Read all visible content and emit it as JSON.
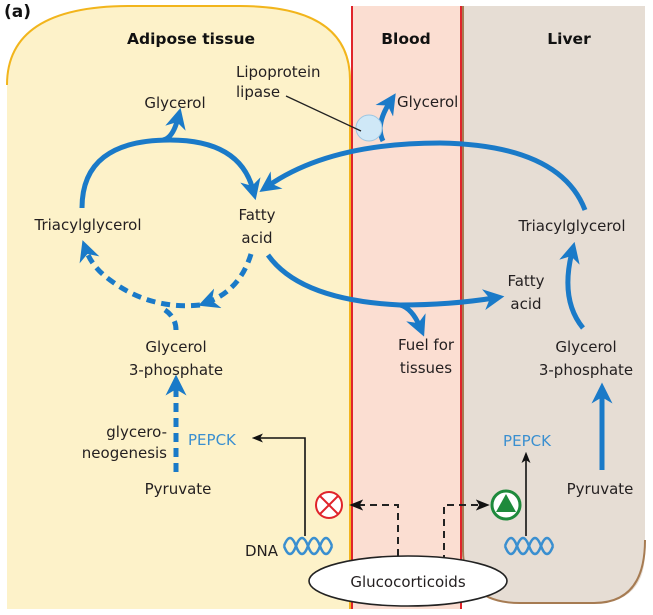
{
  "figure": {
    "panel_label": "(a)",
    "compartments": {
      "adipose": {
        "title": "Adipose tissue",
        "fill": "#fdf2c9",
        "border": "#f2b51c"
      },
      "blood": {
        "title": "Blood",
        "fill": "#fbded2",
        "border": "#e0242b"
      },
      "liver": {
        "title": "Liver",
        "fill": "#e6ddd4",
        "border": "#a67b52"
      }
    },
    "adipose_labels": {
      "glycerol": "Glycerol",
      "lipoprotein_lipase_line1": "Lipoprotein",
      "lipoprotein_lipase_line2": "lipase",
      "triacylglycerol": "Triacylglycerol",
      "fatty_acid_line1": "Fatty",
      "fatty_acid_line2": "acid",
      "g3p_line1": "Glycerol",
      "g3p_line2": "3-phosphate",
      "glyceroneogenesis_line1": "glycero-",
      "glyceroneogenesis_line2": "neogenesis",
      "pepck": "PEPCK",
      "pyruvate": "Pyruvate",
      "dna": "DNA"
    },
    "blood_labels": {
      "glycerol": "Glycerol",
      "fuel_line1": "Fuel for",
      "fuel_line2": "tissues",
      "glucocorticoids": "Glucocorticoids"
    },
    "liver_labels": {
      "triacylglycerol": "Triacylglycerol",
      "fatty_acid_line1": "Fatty",
      "fatty_acid_line2": "acid",
      "g3p_line1": "Glycerol",
      "g3p_line2": "3-phosphate",
      "pepck": "PEPCK",
      "pyruvate": "Pyruvate"
    },
    "regulation": {
      "adipose_effect": "inhibition",
      "liver_effect": "activation"
    },
    "colors": {
      "pathway_arrow": "#1a7ac8",
      "enzyme_text": "#3a8fd0",
      "inhibit_symbol": "#e0242b",
      "activate_symbol": "#1e8a3c",
      "lipase_blob": "#cfe8f7"
    }
  }
}
